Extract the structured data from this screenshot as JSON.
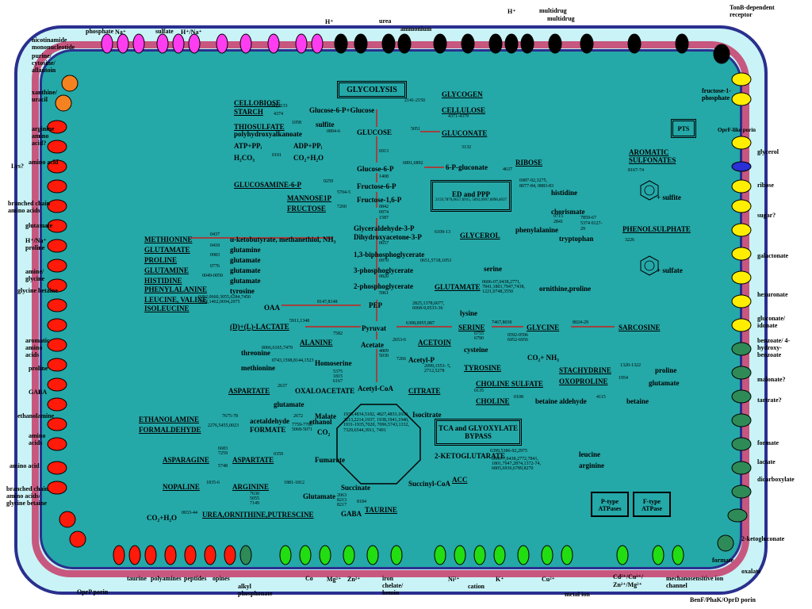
{
  "top_labels": [
    {
      "text": "phosphate"
    },
    {
      "text": "Na⁺"
    },
    {
      "text": "sulfate"
    },
    {
      "text": "H⁺/Na⁺"
    },
    {
      "text": "H⁺"
    },
    {
      "text": "urea"
    },
    {
      "text": "ammonium"
    },
    {
      "text": "H⁺"
    },
    {
      "text": "multidrug"
    },
    {
      "text": "multidrug"
    },
    {
      "text": "TonB-dependent receptor"
    }
  ],
  "left_labels": [
    {
      "text": "nicotinamide mononucleotide"
    },
    {
      "text": "purine/ cytosine/ allantoin"
    },
    {
      "text": "xanthine/ uracil"
    },
    {
      "text": "arginine amino acid?"
    },
    {
      "text": "Lys?"
    },
    {
      "text": "amino acid"
    },
    {
      "text": "branched chain amino acids"
    },
    {
      "text": "glutamate"
    },
    {
      "text": "H⁺/Na⁺ proline"
    },
    {
      "text": "amine/ glycine"
    },
    {
      "text": "glycine betaine"
    },
    {
      "text": "aromatic amino acids"
    },
    {
      "text": "proline"
    },
    {
      "text": "GABA"
    },
    {
      "text": "ethanolamine"
    },
    {
      "text": "amino acids"
    },
    {
      "text": "amino acid"
    },
    {
      "text": "branched chain amino acids/ glycine betaine"
    }
  ],
  "right_labels": [
    {
      "text": "fructose-1-phosphate"
    },
    {
      "text": "glycerol"
    },
    {
      "text": "ribose"
    },
    {
      "text": "sugar?"
    },
    {
      "text": "galactonate"
    },
    {
      "text": "hexuronate"
    },
    {
      "text": "gluconate/ idonate"
    },
    {
      "text": "benzoate/ 4-hydroxy-benzoate"
    },
    {
      "text": "malonate?"
    },
    {
      "text": "tartrate?"
    },
    {
      "text": "formate"
    },
    {
      "text": "lactate"
    },
    {
      "text": "dicarboxylate"
    },
    {
      "text": "2-ketogluconate"
    },
    {
      "text": "oxalate"
    },
    {
      "text": "formate"
    },
    {
      "text": "BenF/PhaK/OprD porin"
    }
  ],
  "bottom_labels": [
    {
      "text": "OprP porin"
    },
    {
      "text": "taurine"
    },
    {
      "text": "polyamines"
    },
    {
      "text": "peptides"
    },
    {
      "text": "opines"
    },
    {
      "text": "alkyl phosphonate"
    },
    {
      "text": "Co"
    },
    {
      "text": "Mg²⁺"
    },
    {
      "text": "Zn²⁺"
    },
    {
      "text": "iron chelate/ hemin"
    },
    {
      "text": "Ni²⁺"
    },
    {
      "text": "cation"
    },
    {
      "text": "K⁺"
    },
    {
      "text": "Cu²⁺"
    },
    {
      "text": "metal ion"
    },
    {
      "text": "Cd²⁺/Cu²⁺/ Zn²⁺/Mg²⁺"
    },
    {
      "text": "mechanosensitive ion channel"
    }
  ],
  "boxes": {
    "glycolysis": "GLYCOLYSIS",
    "ed_ppp": "ED and PPP",
    "ed_ppp_nums": "2159,7870,0657,6915, 5092,0967,6898,4637",
    "tca": "TCA and GLYOXYLATE BYPASS",
    "pts": "PTS",
    "ptype": "P-type ATPases",
    "ftype": "F-type ATPase"
  },
  "metabolites": {
    "cellobiose": "CELLOBIOSE",
    "starch": "STARCH",
    "glc6p_glc": "Glucose-6-P+Glucose",
    "thiosulfate": "THIOSULFATE",
    "sulfite": "sulfite",
    "polyhydroxyalkanoate": "polyhydroxyalkanoate",
    "atp_ppi": "ATP+PPᵢ",
    "adp_ppi": "ADP+PPᵢ",
    "h2co3": "H₂CO₃",
    "co2_h2o": "CO₂+H₂O",
    "glycogen": "GLYCOGEN",
    "cellulose": "CELLULOSE",
    "glucose": "GLUCOSE",
    "gluconate": "GLUCONATE",
    "glucose6p": "Glucose-6-P",
    "gluconate6p": "6-P-gluconate",
    "ribose": "RIBOSE",
    "glucosamine6p": "GLUCOSAMINE-6-P",
    "fructose6p": "Fructose-6-P",
    "mannose1p": "MANNOSE1P",
    "fructose": "FRUCTOSE",
    "fructose16p": "Fructose-1,6-P",
    "histidine": "histidine",
    "chorismate": "chorismate",
    "phenylalanine": "phenylalanine",
    "tryptophan": "tryptophan",
    "glyceraldehyde": "Glyceraldehyde-3-P",
    "dihydroxyacetone": "Dihydroxyacetone-3-P",
    "glycerol": "GLYCEROL",
    "methionine": "METHIONINE",
    "ketobutyrate": "α-ketobutyrate, methanethiol, NH₃",
    "glutamate_cap": "GLUTAMATE",
    "glutamine_1": "glutamine",
    "proline_cap": "PROLINE",
    "glutamate_1": "glutamate",
    "glutamine_cap": "GLUTAMINE",
    "glutamate_2": "glutamate",
    "histidine_cap": "HISTIDINE",
    "glutamate_3": "glutamate",
    "phenylalanine_cap": "PHENYLALANINE",
    "tyrosine": "tyrosine",
    "leucine_valine": "LEUCINE, VALINE",
    "isoleucine": "ISOLEUCINE",
    "oaa": "OAA",
    "bpg": "1,3-biphosphoglycerate",
    "pg3": "3-phosphoglycerate",
    "serine_1": "serine",
    "pg2": "2-phosphoglycerate",
    "glutamate_cap2": "GLUTAMATE",
    "orn_pro": "ornithine,proline",
    "pep": "PEP",
    "lysine": "lysine",
    "lactate": "(D)+(L)-LACTATE",
    "pyruvate": "Pyruvat",
    "serine_cap": "SERINE",
    "glycine": "GLYCINE",
    "sarcosine": "SARCOSINE",
    "cysteine": "cysteine",
    "co2_nh3": "CO₂+ NH₃",
    "alanine": "ALANINE",
    "acetate": "Acetate",
    "acetoin": "ACETOIN",
    "threonine": "threonine",
    "homoserine": "Homoserine",
    "methionine_2": "methionine",
    "acetylp": "Acetyl-P",
    "tyrosine_cap": "TYROSINE",
    "acetylcoa": "Acetyl-CoA",
    "stachydrine": "STACHYDRINE",
    "proline_2": "proline",
    "oxoproline": "OXOPROLINE",
    "glutamate_4": "glutamate",
    "aspartate": "ASPARTATE",
    "oxaloacetate": "OXALOACETATE",
    "citrate": "CITRATE",
    "choline_sulfate": "CHOLINE SULFATE",
    "choline": "CHOLINE",
    "betaine_ald": "betaine aldehyde",
    "betaine": "betaine",
    "glutamate_5": "glutamate",
    "ethanolamine": "ETHANOLAMINE",
    "acetaldehyde": "acetaldehyde",
    "ethanol": "ethanol",
    "formaldehyde": "FORMALDEHYDE",
    "formate": "FORMATE",
    "co2": "CO₂",
    "malate": "Malate",
    "isocitrate": "Isocitrate",
    "ketoglutarate": "2-KETOGLUTARATE",
    "leucine": "leucine",
    "arginine": "arginine",
    "asparagine": "ASPARAGINE",
    "aspartate_2": "ASPARTATE",
    "fumarate": "Fumarate",
    "succinylcoa": "Succinyl-CoA",
    "acc": "ACC",
    "nopaline": "NOPALINE",
    "arginine_cap": "ARGININE",
    "succinate": "Succinate",
    "glutamate_6": "Glutamate",
    "co2_h2o_2": "CO₂+H₂O",
    "urea_orn": "UREA,ORNITHINE,PUTRESCINE",
    "gaba": "GABA",
    "taurine": "TAURINE",
    "aromatic_sulf": "AROMATIC SULFONATES",
    "sulfite_2": "+ sulfite",
    "phenolsulphate": "PHENOLSULPHATE",
    "sulfate": "+ sulfate",
    "oprf": "OprF-like porin"
  },
  "ec_numbers": {
    "e1": "6280,2133",
    "e2": "4374",
    "e3": "1058",
    "e4": "0894-6",
    "e5": "0101",
    "e6": "2141-2150",
    "e7": "4371-4379",
    "e8": "5051",
    "e9": "3132",
    "e10": "6913",
    "e11": "6891,6892",
    "e12": "4637",
    "e13": "0259",
    "e14": "1408",
    "e15": "5704-5",
    "e16": "7260",
    "e17": "0842 0974 1587",
    "e18": "6987-92,3275, 8077-84, 0883-83",
    "e19": "0715 2841",
    "e20": "7859-67 5374 0127-29",
    "e21": "0437",
    "e22": "0418",
    "e23": "0983",
    "e24": "0776",
    "e25": "0049-0050",
    "e26": "0252,0660,3055,6284,7450 5052,1462,0694,2975",
    "e27": "6109-13",
    "e28": "0657",
    "e29": "0970",
    "e30": "0651,5718,1053",
    "e31": "0820",
    "e32": "0606-07,0438,2771, 7841,1801,7947,7438, 1221,0748,3550",
    "e33": "5961",
    "e34": "8147,8148",
    "e35": "2825,1378,6077, 6068-9,0533-36",
    "e36": "5911,1348",
    "e37": "6308,0955,887",
    "e38": "7467,8030",
    "e39": "8024-29",
    "e40": "6755 6790",
    "e41": "0592-0596 6952-6956",
    "e42": "7582",
    "e43": "2653-6",
    "e44": "4809 5030",
    "e45": "0066,6165,7479",
    "e46": "0743,1598,8144,1523",
    "e47": "5375 1815 6167",
    "e48": "7266",
    "e49": "2099,1553- 5, 2712,5278",
    "e50": "1320-1322",
    "e51": "1954",
    "e52": "2637",
    "e53": "0135",
    "e54": "0108",
    "e55": "4115",
    "e56": "7675-78",
    "e57": "2276,5455,0023",
    "e58": "2672",
    "e59": "7759-7760 5068-5071",
    "e60": "1930,4834,5182, 4827,4833,1650, 2213,2214,1937, 1938,1941,1940, 1931-1935,7020, 7096,5743,1332, 7329,6544,3911, 7491",
    "e61": "6399,5386-92,2975",
    "e62": "0606-7,0438,2772,7841, 1801,7947,2874,1372-74, 6805,6936,6789,8270",
    "e63": "6683 7259",
    "e64": "5748",
    "e65": "0359",
    "e66": "1835-6",
    "e67": "1881-1812",
    "e68": "7630 5055 7149",
    "e69": "2063 8213 8217",
    "e70": "8184",
    "e71": "0033-44",
    "e72": "8167-74",
    "e73": "3226"
  }
}
